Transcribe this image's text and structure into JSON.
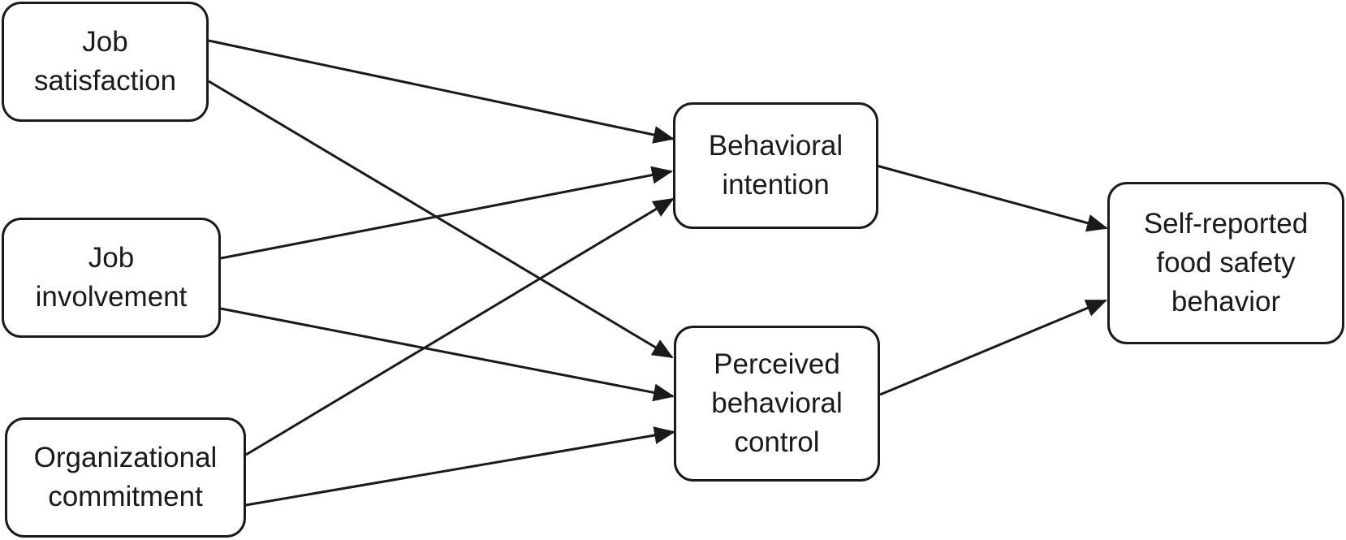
{
  "nodes": {
    "job_satisfaction": {
      "lines": [
        "Job",
        "satisfaction"
      ]
    },
    "job_involvement": {
      "lines": [
        "Job",
        "involvement"
      ]
    },
    "organizational_commitment": {
      "lines": [
        "Organizational",
        "commitment"
      ]
    },
    "behavioral_intention": {
      "lines": [
        "Behavioral",
        "intention"
      ]
    },
    "perceived_behavioral_control": {
      "lines": [
        "Perceived",
        "behavioral",
        "control"
      ]
    },
    "self_reported_behavior": {
      "lines": [
        "Self-reported",
        "food safety",
        "behavior"
      ]
    }
  },
  "edges": [
    {
      "from": "job_satisfaction",
      "to": "behavioral_intention"
    },
    {
      "from": "job_satisfaction",
      "to": "perceived_behavioral_control"
    },
    {
      "from": "job_involvement",
      "to": "behavioral_intention"
    },
    {
      "from": "job_involvement",
      "to": "perceived_behavioral_control"
    },
    {
      "from": "organizational_commitment",
      "to": "behavioral_intention"
    },
    {
      "from": "organizational_commitment",
      "to": "perceived_behavioral_control"
    },
    {
      "from": "behavioral_intention",
      "to": "self_reported_behavior"
    },
    {
      "from": "perceived_behavioral_control",
      "to": "self_reported_behavior"
    }
  ],
  "colors": {
    "stroke": "#1a1a1a",
    "background": "#ffffff"
  }
}
